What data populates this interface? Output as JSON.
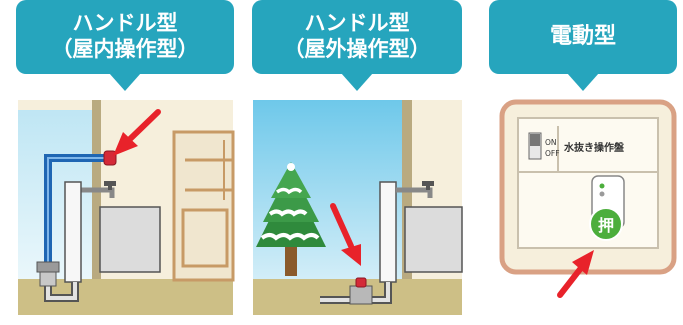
{
  "panels": [
    {
      "title_line1": "ハンドル型",
      "title_line2": "（屋内操作型）"
    },
    {
      "title_line1": "ハンドル型",
      "title_line2": "（屋外操作型）"
    },
    {
      "title_line1": "電動型"
    }
  ],
  "control_panel": {
    "switch_on": "ON",
    "switch_off": "OFF",
    "label": "水抜き操作盤",
    "push_button": "押"
  },
  "colors": {
    "title_bubble": "#26a5bd",
    "pointer_arrow": "#e8222a",
    "valve_handle": "#d42a38",
    "push_button": "#4cae3c"
  }
}
